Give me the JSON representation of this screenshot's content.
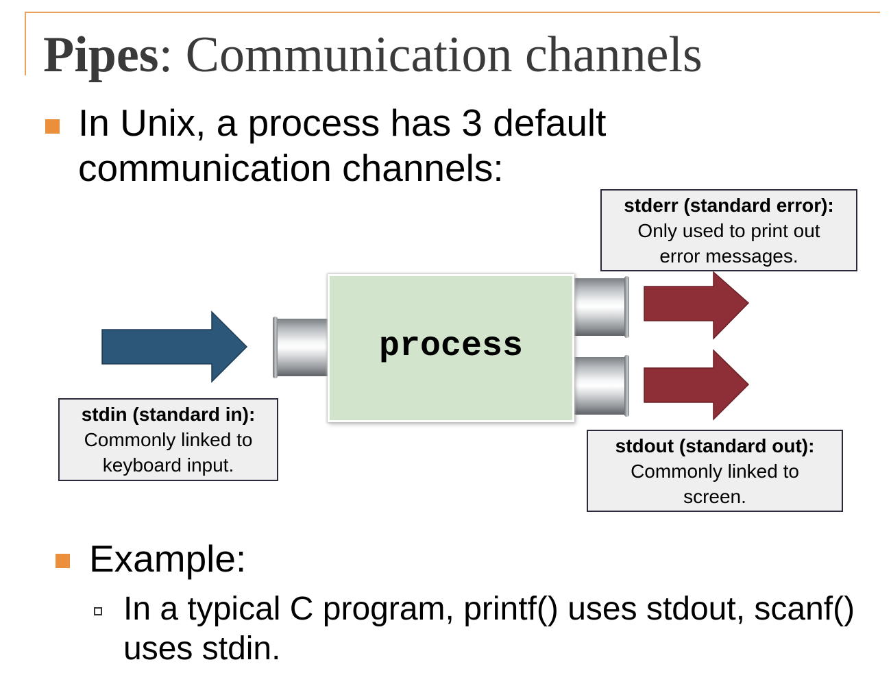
{
  "title": {
    "bold": "Pipes",
    "rest": ": Communication channels"
  },
  "intro": "In Unix, a process has 3 default communication channels:",
  "process_label": "process",
  "stdin_box": {
    "heading": "stdin (standard in):",
    "line1": "Commonly linked to",
    "line2": "keyboard input."
  },
  "stderr_box": {
    "heading": "stderr (standard error):",
    "line1": "Only used to print out",
    "line2": "error messages."
  },
  "stdout_box": {
    "heading": "stdout (standard out):",
    "line1": "Commonly linked to",
    "line2": "screen."
  },
  "example_heading": "Example:",
  "example_text": "In a typical C program, printf() uses stdout, scanf() uses stdin.",
  "colors": {
    "accent": "#ec8f3a",
    "frame": "#e8a25a",
    "input_arrow": "#2c5779",
    "output_arrow": "#8e2f37",
    "process_fill": "#d2e4cc"
  }
}
